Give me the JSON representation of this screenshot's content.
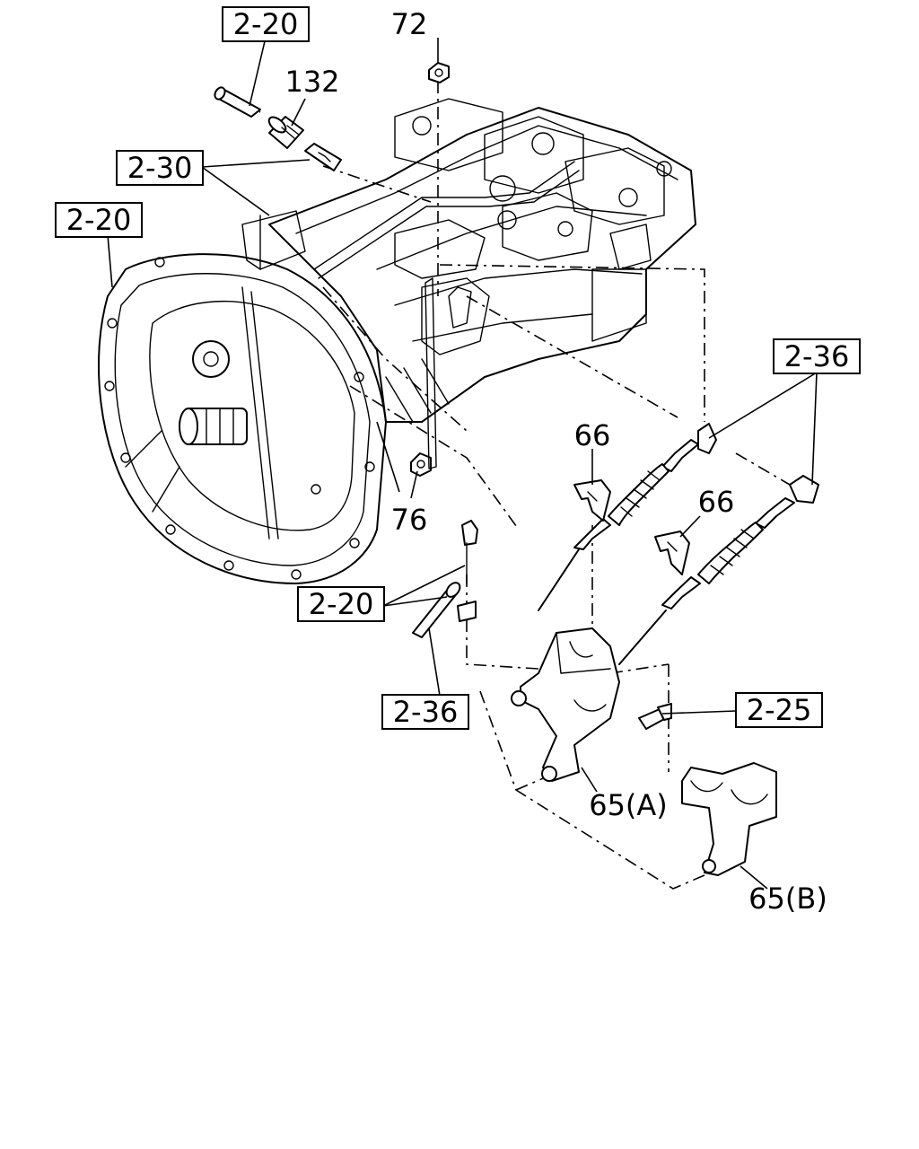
{
  "callouts": {
    "ref_2_20_top": "2-20",
    "ref_132": "132",
    "ref_72": "72",
    "ref_2_30": "2-30",
    "ref_2_20_left": "2-20",
    "ref_2_36_right": "2-36",
    "ref_66_a": "66",
    "ref_66_b": "66",
    "ref_76": "76",
    "ref_2_20_bottom": "2-20",
    "ref_2_36_bottom": "2-36",
    "ref_2_25": "2-25",
    "ref_65a": "65(A)",
    "ref_65b": "65(B)"
  }
}
